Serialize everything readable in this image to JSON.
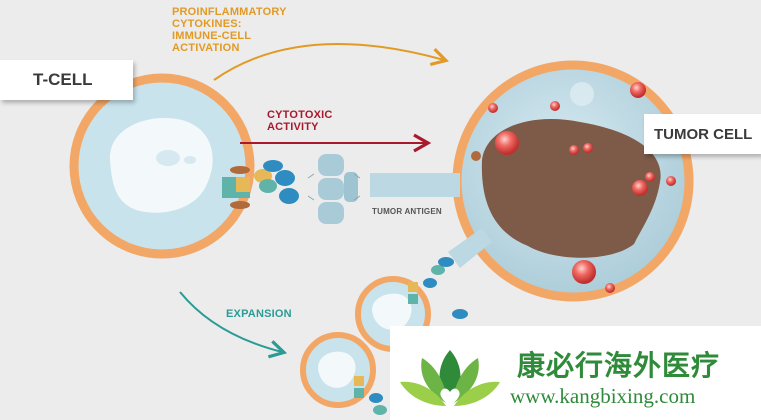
{
  "labels": {
    "tcell": "T-CELL",
    "tumor_cell": "TUMOR CELL",
    "proinflammatory": [
      "PROINFLAMMATORY",
      "CYTOKINES:",
      "IMMUNE-CELL",
      "ACTIVATION"
    ],
    "cytotoxic": [
      "CYTOTOXIC",
      "ACTIVITY"
    ],
    "expansion": "EXPANSION",
    "tumor_antigen": "TUMOR ANTIGEN"
  },
  "watermark": {
    "text_cn": "康必行海外医疗",
    "url": "www.kangbixing.com"
  },
  "colors": {
    "background": "#ececec",
    "membrane": "#f2a766",
    "cytoplasm": "#c9e3ec",
    "nucleus": "#f3f8fa",
    "tumor_nucleus": "#7e5a48",
    "orange_arrow": "#e29a25",
    "red_arrow": "#a8192e",
    "teal_arrow": "#2a9b95",
    "granule": "#e24a4a",
    "receptor_blue": "#2e8cc0",
    "receptor_teal": "#5fb3a8",
    "watermark_green": "#2f8a3a"
  },
  "icons": {
    "watermark_logo": "lotus-heart-icon"
  }
}
